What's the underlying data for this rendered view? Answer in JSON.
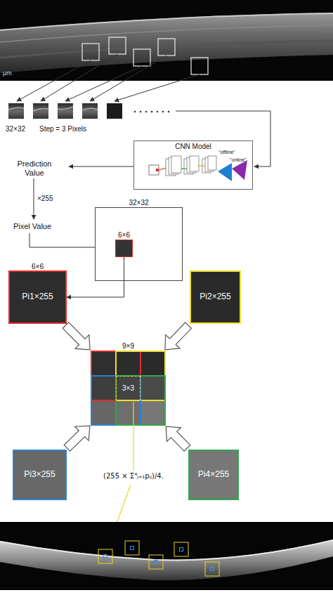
{
  "diagram": {
    "nodes": [
      {
        "text": [
          "CNN Model"
        ]
      },
      {
        "text": [
          "32×32"
        ]
      },
      {
        "text": [
          "6×6"
        ],
        "in": 1
      },
      {
        "text": [
          "6×6",
          "Pi1×255"
        ]
      },
      {
        "text": [
          "Pi2×255"
        ]
      },
      {
        "text": [
          "9×9"
        ]
      },
      {
        "text": [
          "3×3"
        ],
        "in": 5
      },
      {
        "text": [
          "Pi3×255"
        ]
      },
      {
        "text": [
          "Pi4×255"
        ]
      }
    ],
    "edges": [
      {
        "from": 2,
        "to": 3,
        "arrow": "to"
      },
      {
        "from": 3,
        "to": 5,
        "arrow": "to"
      },
      {
        "from": 4,
        "to": 5,
        "arrow": "to"
      },
      {
        "from": 7,
        "to": 5,
        "arrow": "to"
      },
      {
        "from": 8,
        "to": 5,
        "arrow": "to"
      }
    ],
    "labels": [
      "μm",
      "32×32",
      "Step = 3 Pixels",
      "\"offline\"",
      "\"online\"",
      "Prediction Value",
      "×255",
      "Pixel Value",
      "(255 × Σ⁴ⱼ₌₁pᵢⱼ)/4."
    ]
  }
}
